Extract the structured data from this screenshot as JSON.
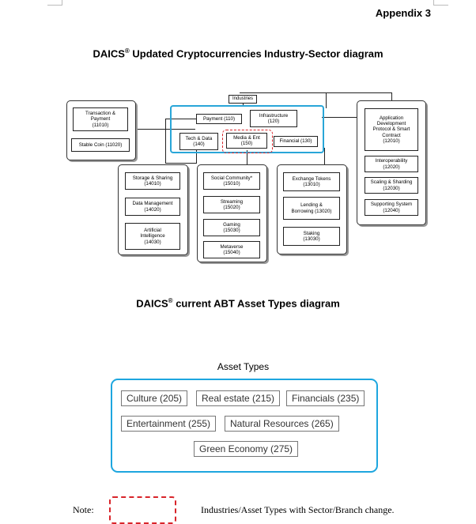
{
  "appendix_label": "Appendix 3",
  "title_updated": "DAICS",
  "title_updated_sup": "®",
  "title_updated_rest": " Updated Cryptocurrencies Industry-Sector diagram",
  "title_current": "DAICS",
  "title_current_sup": "®",
  "title_current_rest": " current ABT Asset Types diagram",
  "industry_diagram": {
    "root": "Industries",
    "industries": {
      "payment": "Payment (110)",
      "infrastructure_1": "Infrastructure",
      "infrastructure_2": "(120)",
      "tech_1": "Tech & Data",
      "tech_2": "(140)",
      "media_1": "Media & Ent",
      "media_2": "(150)",
      "financial": "Financial (130)"
    },
    "payment_sectors": {
      "s1_1": "Transaction &",
      "s1_2": "Payment",
      "s1_3": "(11010)",
      "s2": "Stable Coin (11020)"
    },
    "infrastructure_sectors": {
      "s1_1": "Application",
      "s1_2": "Development",
      "s1_3": "Protocol & Smart",
      "s1_4": "Contract",
      "s1_5": "(12010)",
      "s2_1": "Interoperability",
      "s2_2": "(12020)",
      "s3_1": "Scaling & Sharding",
      "s3_2": "(12030)",
      "s4_1": "Supporting System",
      "s4_2": "(12040)"
    },
    "tech_sectors": {
      "s1_1": "Storage & Sharing",
      "s1_2": "(14010)",
      "s2_1": "Data Management",
      "s2_2": "(14020)",
      "s3_1": "Artificial",
      "s3_2": "Intelligence",
      "s3_3": "(14030)"
    },
    "media_sectors": {
      "s1_1": "Social Community*",
      "s1_2": "(15010)",
      "s2_1": "Streaming",
      "s2_2": "(15020)",
      "s3_1": "Gaming",
      "s3_2": "(15030)",
      "s4_1": "Metaverse",
      "s4_2": "(15040)"
    },
    "financial_sectors": {
      "s1_1": "Exchange Tokens",
      "s1_2": "(13010)",
      "s2_1": "Lending &",
      "s2_2": "Borrowing (13020)",
      "s3_1": "Staking",
      "s3_2": "(13030)"
    }
  },
  "asset_types": {
    "title": "Asset Types",
    "items": {
      "culture": "Culture (205)",
      "real_estate": "Real estate (215)",
      "financials": "Financials (235)",
      "entertainment": "Entertainment (255)",
      "natural_resources": "Natural Resources (265)",
      "green_economy": "Green Economy (275)"
    }
  },
  "note": {
    "label": "Note:",
    "text": "Industries/Asset Types with Sector/Branch change."
  },
  "colors": {
    "highlight_blue": "#29a6d8",
    "change_red": "#d8242a"
  }
}
